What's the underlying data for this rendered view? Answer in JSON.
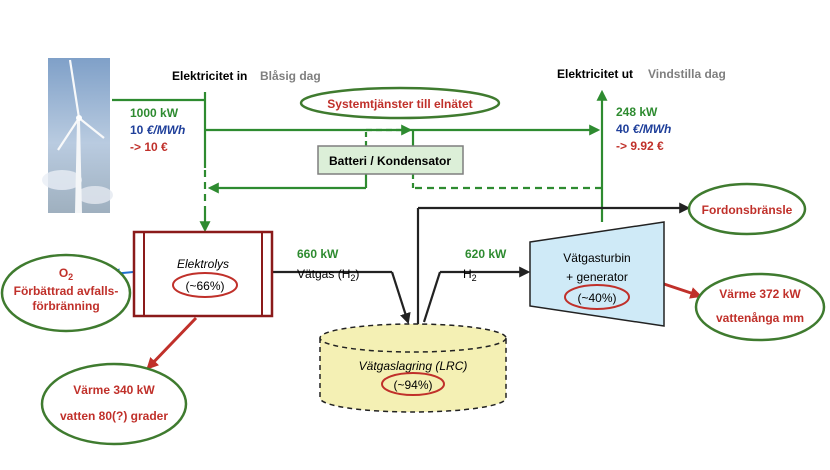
{
  "colors": {
    "green": "#2e8b30",
    "dark_green": "#3f7b2f",
    "red": "#c0302a",
    "blue": "#1f3f9a",
    "gray": "#7f7f7f",
    "box_green_fill": "#dcefd8",
    "tank_fill": "#f4f0b4",
    "turbine_fill": "#cfeaf7",
    "electrolysis_border": "#8b1a1a"
  },
  "input": {
    "heading": "Elektricitet in",
    "condition": "Blåsig dag",
    "power": "1000 kW",
    "price_num": "10",
    "price_unit": "€/MWh",
    "cost": "-> 10 €"
  },
  "output": {
    "heading": "Elektricitet ut",
    "condition": "Vindstilla dag",
    "power": "248 kW",
    "price_num": "40",
    "price_unit": "€/MWh",
    "revenue": "-> 9.92 €"
  },
  "grid_services": {
    "label": "Systemtjänster till elnätet"
  },
  "battery": {
    "label": "Batteri / Kondensator"
  },
  "vehicle_fuel": {
    "label": "Fordonsbränsle"
  },
  "electrolysis": {
    "label": "Elektrolys",
    "efficiency": "(~66%)"
  },
  "oxygen": {
    "formula": "O",
    "subscript": "2",
    "line1": "Förbättrad avfalls-",
    "line2": "förbränning"
  },
  "heat_electrolysis": {
    "line1": "Värme 340 kW",
    "line2": "vatten 80(?) grader"
  },
  "hydrogen_in": {
    "power": "660 kW",
    "label_prefix": "Vätgas (H",
    "subscript": "2",
    "label_suffix": ")"
  },
  "hydrogen_out": {
    "power": "620 kW",
    "formula": "H",
    "subscript": "2"
  },
  "storage": {
    "label": "Vätgaslagring (LRC)",
    "efficiency": "(~94%)"
  },
  "turbine": {
    "line1": "Vätgasturbin",
    "line2": "+ generator",
    "efficiency": "(~40%)"
  },
  "heat_turbine": {
    "line1": "Värme 372 kW",
    "line2": "vattenånga mm"
  }
}
